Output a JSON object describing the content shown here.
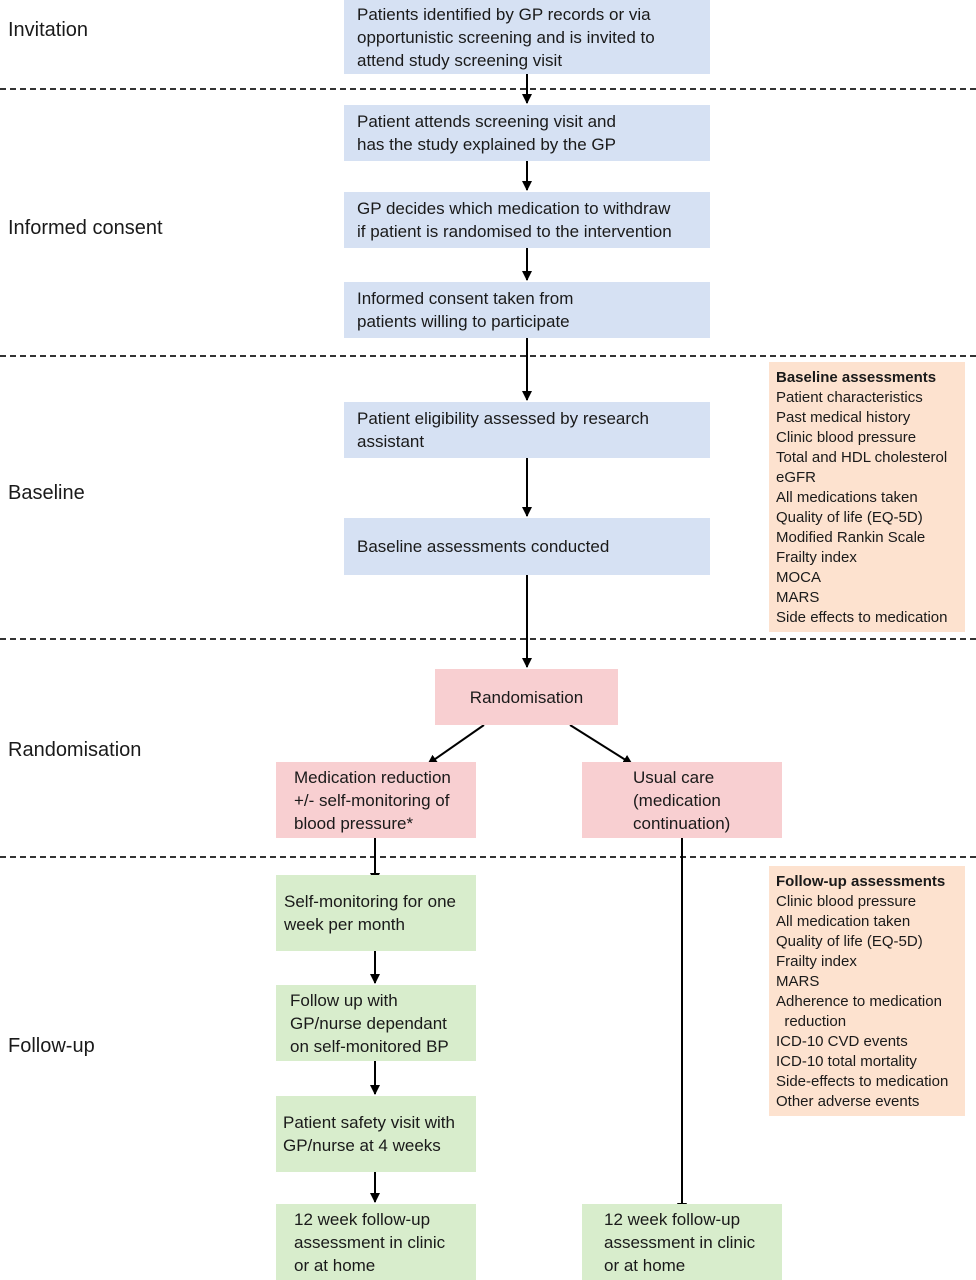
{
  "stages": {
    "invitation": "Invitation",
    "consent": "Informed consent",
    "baseline": "Baseline",
    "randomisation": "Randomisation",
    "followup": "Follow-up"
  },
  "boxes": {
    "invite": "Patients identified by GP records or via\nopportunistic screening and is invited to\nattend study screening visit",
    "screening_visit": "Patient attends screening visit and\nhas the study explained by the GP",
    "gp_decides": "GP decides which medication to withdraw\nif patient is randomised to the intervention",
    "consent_taken": "Informed consent taken from\npatients willing to participate",
    "eligibility": "Patient eligibility assessed by research\nassistant",
    "baseline_conducted": "Baseline assessments conducted",
    "randomisation": "Randomisation",
    "med_reduction": "Medication reduction\n+/- self-monitoring of\nblood pressure*",
    "usual_care": "Usual care\n(medication\ncontinuation)",
    "self_monitoring": "Self-monitoring for one\nweek per month",
    "follow_up_gp": "Follow up with\nGP/nurse dependant\non self-monitored BP",
    "safety_visit": "Patient safety visit with\nGP/nurse at 4 weeks",
    "week12_left": "12 week follow-up\nassessment in clinic\nor at home",
    "week12_right": "12 week follow-up\nassessment in clinic\nor at home"
  },
  "baseline_assessments": {
    "title": "Baseline assessments",
    "items": [
      "Patient characteristics",
      "Past medical history",
      "Clinic blood pressure",
      "Total and HDL cholesterol",
      "eGFR",
      "All medications taken",
      "Quality of life (EQ-5D)",
      "Modified Rankin Scale",
      "Frailty index",
      "MOCA",
      "MARS",
      "Side effects to medication"
    ]
  },
  "followup_assessments": {
    "title": "Follow-up assessments",
    "items": [
      "Clinic blood pressure",
      "All medication taken",
      "Quality of life (EQ-5D)",
      "Frailty index",
      "MARS",
      "Adherence to medication",
      "  reduction",
      "ICD-10 CVD events",
      "ICD-10 total mortality",
      "Side-effects to medication",
      "Other adverse events"
    ]
  },
  "colors": {
    "blue": "#d6e1f3",
    "pink": "#f8cfd1",
    "green": "#d8edcc",
    "side": "#fde2cf"
  }
}
